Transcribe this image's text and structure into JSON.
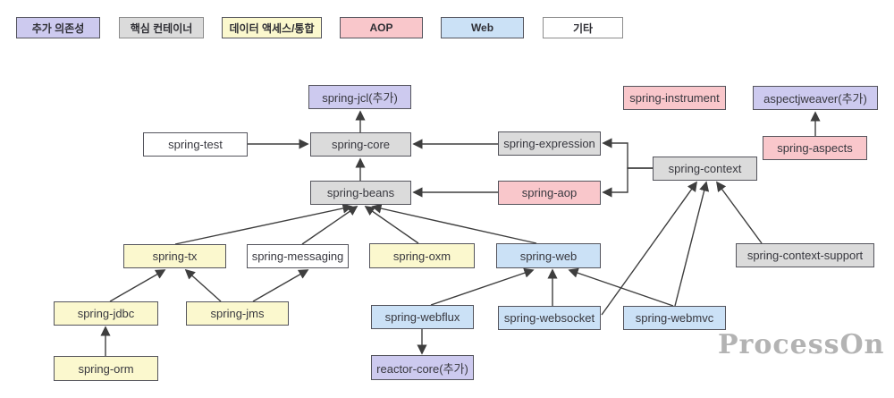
{
  "legend": {
    "items": [
      {
        "label": "추가 의존성",
        "category": "additional"
      },
      {
        "label": "핵심 컨테이너",
        "category": "core"
      },
      {
        "label": "데이터 액세스/통합",
        "category": "data"
      },
      {
        "label": "AOP",
        "category": "aop"
      },
      {
        "label": "Web",
        "category": "web"
      },
      {
        "label": "기타",
        "category": "other"
      }
    ]
  },
  "diagram": {
    "nodes": [
      {
        "id": "spring-jcl",
        "label": "spring-jcl(추가)",
        "category": "additional"
      },
      {
        "id": "spring-test",
        "label": "spring-test",
        "category": "other"
      },
      {
        "id": "spring-core",
        "label": "spring-core",
        "category": "core"
      },
      {
        "id": "spring-expression",
        "label": "spring-expression",
        "category": "core"
      },
      {
        "id": "spring-instrument",
        "label": "spring-instrument",
        "category": "aop"
      },
      {
        "id": "aspectjweaver",
        "label": "aspectjweaver(추가)",
        "category": "additional"
      },
      {
        "id": "spring-aspects",
        "label": "spring-aspects",
        "category": "aop"
      },
      {
        "id": "spring-context",
        "label": "spring-context",
        "category": "core"
      },
      {
        "id": "spring-beans",
        "label": "spring-beans",
        "category": "core"
      },
      {
        "id": "spring-aop",
        "label": "spring-aop",
        "category": "aop"
      },
      {
        "id": "spring-tx",
        "label": "spring-tx",
        "category": "data"
      },
      {
        "id": "spring-messaging",
        "label": "spring-messaging",
        "category": "other"
      },
      {
        "id": "spring-oxm",
        "label": "spring-oxm",
        "category": "data"
      },
      {
        "id": "spring-web",
        "label": "spring-web",
        "category": "web"
      },
      {
        "id": "spring-context-support",
        "label": "spring-context-support",
        "category": "core"
      },
      {
        "id": "spring-jdbc",
        "label": "spring-jdbc",
        "category": "data"
      },
      {
        "id": "spring-jms",
        "label": "spring-jms",
        "category": "data"
      },
      {
        "id": "spring-webflux",
        "label": "spring-webflux",
        "category": "web"
      },
      {
        "id": "spring-websocket",
        "label": "spring-websocket",
        "category": "web"
      },
      {
        "id": "spring-webmvc",
        "label": "spring-webmvc",
        "category": "web"
      },
      {
        "id": "spring-orm",
        "label": "spring-orm",
        "category": "data"
      },
      {
        "id": "reactor-core",
        "label": "reactor-core(추가)",
        "category": "additional"
      }
    ],
    "edges": [
      {
        "from": "spring-test",
        "to": "spring-core"
      },
      {
        "from": "spring-expression",
        "to": "spring-core"
      },
      {
        "from": "spring-beans",
        "to": "spring-core"
      },
      {
        "from": "spring-core",
        "to": "spring-jcl"
      },
      {
        "from": "spring-aop",
        "to": "spring-beans"
      },
      {
        "from": "spring-context",
        "to": "spring-expression"
      },
      {
        "from": "spring-context",
        "to": "spring-aop"
      },
      {
        "from": "spring-aspects",
        "to": "aspectjweaver"
      },
      {
        "from": "spring-tx",
        "to": "spring-beans"
      },
      {
        "from": "spring-messaging",
        "to": "spring-beans"
      },
      {
        "from": "spring-oxm",
        "to": "spring-beans"
      },
      {
        "from": "spring-web",
        "to": "spring-beans"
      },
      {
        "from": "spring-jdbc",
        "to": "spring-tx"
      },
      {
        "from": "spring-jms",
        "to": "spring-tx"
      },
      {
        "from": "spring-jms",
        "to": "spring-messaging"
      },
      {
        "from": "spring-orm",
        "to": "spring-jdbc"
      },
      {
        "from": "spring-webflux",
        "to": "spring-web"
      },
      {
        "from": "spring-websocket",
        "to": "spring-web"
      },
      {
        "from": "spring-webmvc",
        "to": "spring-web"
      },
      {
        "from": "spring-webflux",
        "to": "reactor-core"
      },
      {
        "from": "spring-websocket",
        "to": "spring-context"
      },
      {
        "from": "spring-webmvc",
        "to": "spring-context"
      },
      {
        "from": "spring-context-support",
        "to": "spring-context"
      }
    ]
  },
  "watermark": "ProcessOn",
  "colors": {
    "additional": "#cdcaef",
    "core": "#dbdbdb",
    "data": "#fbf8ce",
    "aop": "#f9c7cb",
    "web": "#cbe1f6",
    "other": "#ffffff"
  }
}
